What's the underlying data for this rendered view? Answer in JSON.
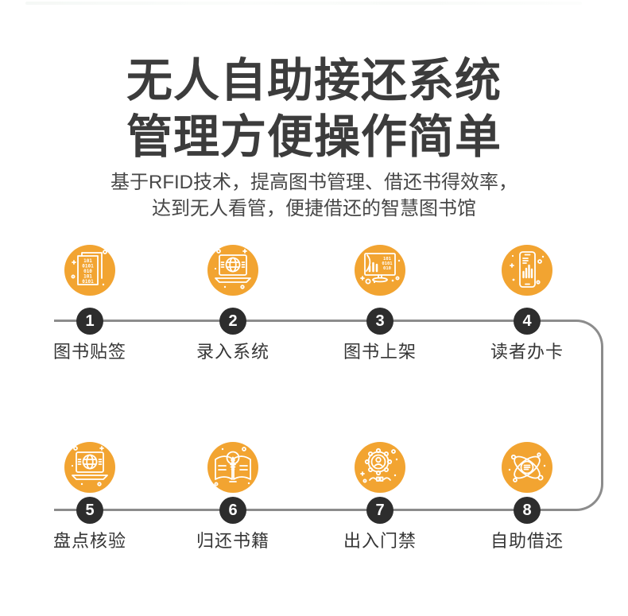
{
  "header": {
    "title_line1": "无人自助接还系统",
    "title_line2": "管理方便操作简单",
    "subtitle_line1": "基于RFID技术，提高图书管理、借还书得效率，",
    "subtitle_line2": "达到无人看管，便捷借还的智慧图书馆"
  },
  "colors": {
    "icon_circle_orange": "#F2A431",
    "step_number_black": "#2D2D2D",
    "connector_line_grey": "#8C8C8C",
    "title_text": "#3C3C3C"
  },
  "steps": [
    {
      "number": "1",
      "label": "图书贴签",
      "icon": "binary-code-document-icon"
    },
    {
      "number": "2",
      "label": "录入系统",
      "icon": "laptop-globe-icon"
    },
    {
      "number": "3",
      "label": "图书上架",
      "icon": "monitor-data-chart-icon"
    },
    {
      "number": "4",
      "label": "读者办卡",
      "icon": "smartphone-chart-icon"
    },
    {
      "number": "5",
      "label": "盘点核验",
      "icon": "laptop-globe-icon"
    },
    {
      "number": "6",
      "label": "归还书籍",
      "icon": "open-book-lightbulb-icon"
    },
    {
      "number": "7",
      "label": "出入门禁",
      "icon": "gear-user-icon"
    },
    {
      "number": "8",
      "label": "自助借还",
      "icon": "atom-network-icon"
    }
  ],
  "icon_text": {
    "binary_rows": [
      "101",
      "0101",
      "010",
      "101",
      "0101"
    ],
    "monitor_binary_rows": [
      "101",
      "0101",
      "010"
    ]
  }
}
